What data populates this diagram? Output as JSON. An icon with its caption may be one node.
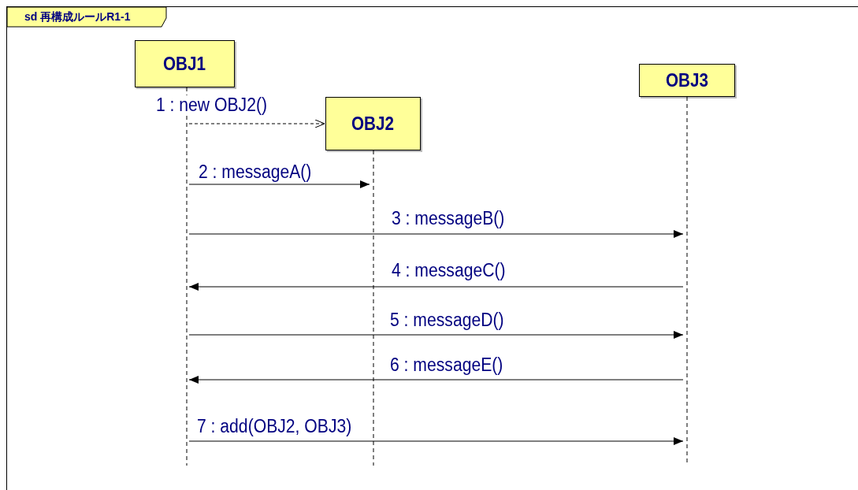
{
  "diagram": {
    "nodes": [
      {
        "text": [
          "sd 再構成ルールR1-1"
        ]
      },
      {
        "text": [
          "OBJ1"
        ],
        "in": 0
      },
      {
        "text": [
          "OBJ2"
        ],
        "in": 0
      },
      {
        "text": [
          "OBJ3"
        ],
        "in": 0
      },
      {
        "text": [],
        "shape": "bar",
        "in": 0
      },
      {
        "text": [],
        "shape": "bar",
        "in": 0
      },
      {
        "text": [],
        "shape": "bar",
        "in": 0
      }
    ],
    "edges": [
      {
        "from": 4,
        "to": 2,
        "arrow": "to",
        "label": "1 : new OBJ2()",
        "style": "dashed"
      },
      {
        "from": 4,
        "to": 5,
        "arrow": "to",
        "label": "2 : messageA()"
      },
      {
        "from": 4,
        "to": 6,
        "arrow": "to",
        "label": "3 : messageB()"
      },
      {
        "from": 6,
        "to": 4,
        "arrow": "to",
        "label": "4 : messageC()"
      },
      {
        "from": 4,
        "to": 6,
        "arrow": "to",
        "label": "5 : messageD()"
      },
      {
        "from": 6,
        "to": 4,
        "arrow": "to",
        "label": "6 : messageE()"
      },
      {
        "from": 4,
        "to": 6,
        "arrow": "to",
        "label": "7 : add(OBJ2, OBJ3)"
      }
    ]
  }
}
